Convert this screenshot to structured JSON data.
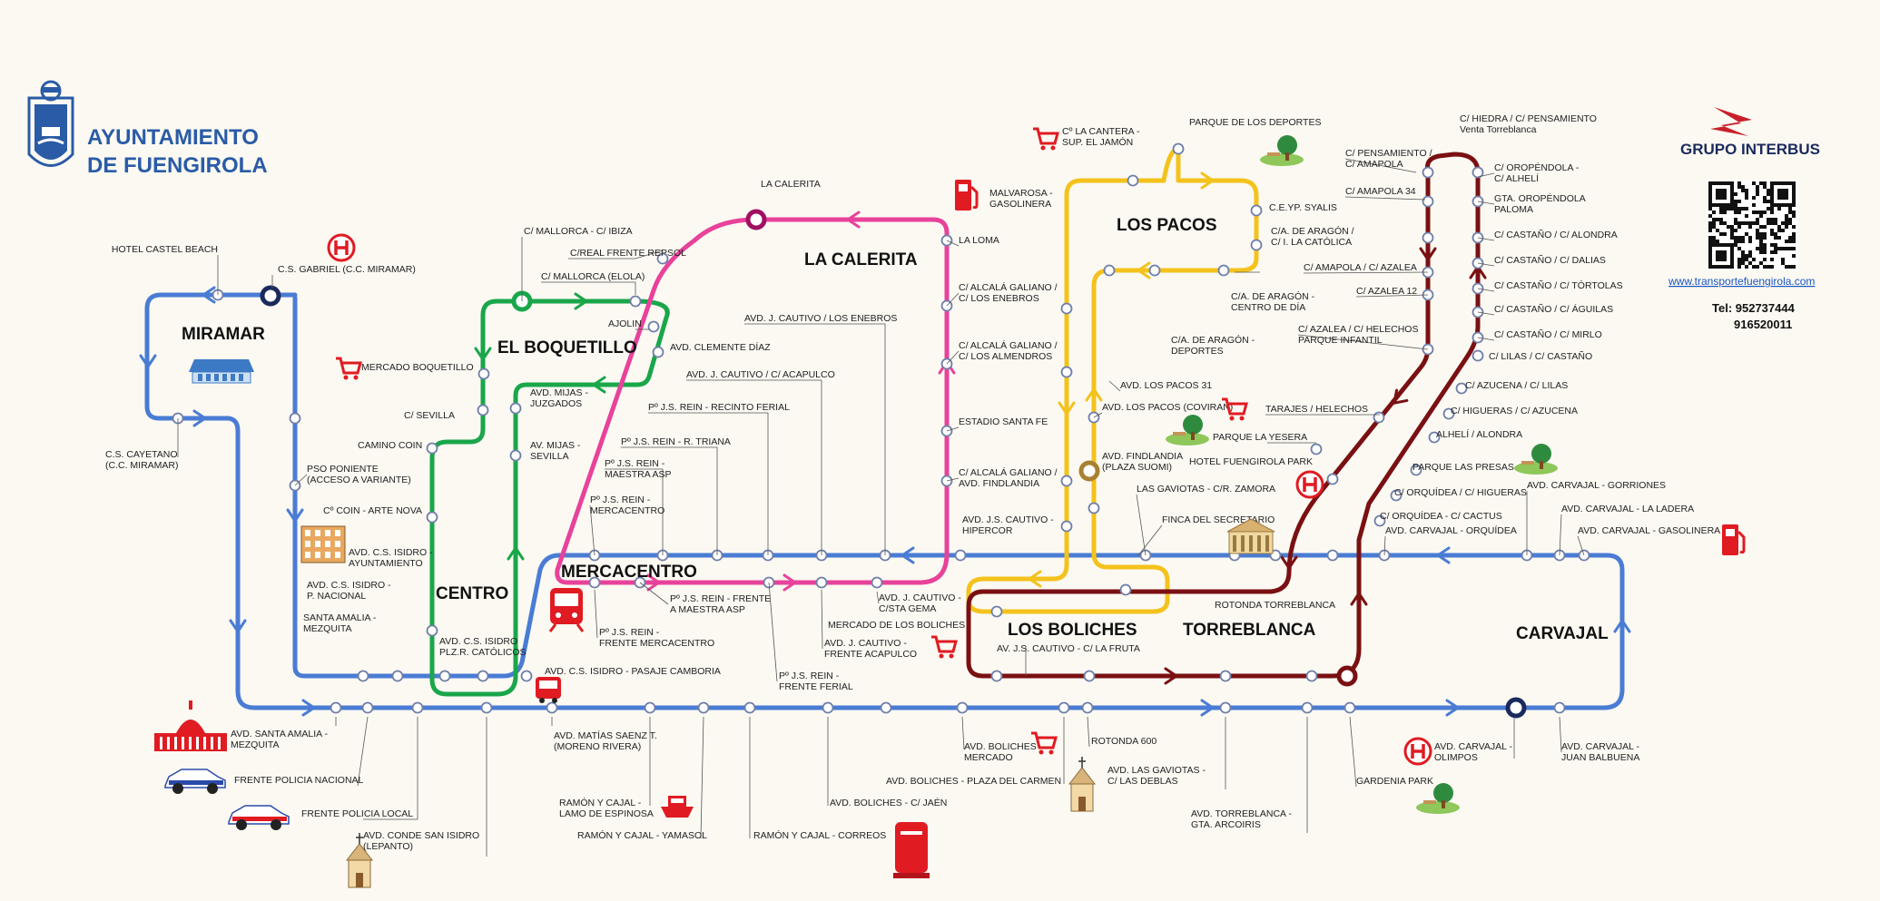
{
  "brand": {
    "org_line1": "AYUNTAMIENTO",
    "org_line2": "DE FUENGIROLA",
    "operator": "GRUPO INTERBUS",
    "website": "www.transportefuengirola.com",
    "tel_line1": "Tel: 952737444",
    "tel_line2": "916520011"
  },
  "colors": {
    "blue": "#4a7cd4",
    "green": "#1aa64a",
    "pink": "#e8429a",
    "yellow": "#f4c21c",
    "maroon": "#7a1012",
    "navy": "#1b2a5c"
  },
  "zones": [
    {
      "id": "miramar",
      "name": "MIRAMAR"
    },
    {
      "id": "el-boquetillo",
      "name": "EL BOQUETILLO"
    },
    {
      "id": "la-calerita",
      "name": "LA CALERITA"
    },
    {
      "id": "los-pacos",
      "name": "LOS PACOS"
    },
    {
      "id": "centro",
      "name": "CENTRO"
    },
    {
      "id": "mercacentro",
      "name": "MERCACENTRO"
    },
    {
      "id": "los-boliches",
      "name": "LOS BOLICHES"
    },
    {
      "id": "torreblanca",
      "name": "TORREBLANCA"
    },
    {
      "id": "carvajal",
      "name": "CARVAJAL"
    }
  ],
  "stops": [
    "HOTEL CASTEL BEACH",
    "C.S. GABRIEL (C.C. MIRAMAR)",
    "C.S. CAYETANO|(C.C. MIRAMAR)",
    "PSO PONIENTE|(ACCESO A VARIANTE)",
    "MERCADO BOQUETILLO",
    "C/ MALLORCA - C/ IBIZA",
    "C/REAL FRENTE REPSOL",
    "C/ MALLORCA (ELOLA)",
    "AJOLIN",
    "AVD. CLEMENTE DÍAZ",
    "C/ SEVILLA",
    "CAMINO COIN",
    "Cº COIN - ARTE NOVA",
    "AVD. MIJAS -|JUZGADOS",
    "AV. MIJAS -|SEVILLA",
    "AVD. C.S. ISIDRO -|AYUNTAMIENTO",
    "AVD. C.S. ISIDRO -|P. NACIONAL",
    "SANTA AMALIA -|MEZQUITA",
    "AVD. C.S. ISIDRO|PLZ.R. CATÓLICOS",
    "AVD. C.S. ISIDRO - PASAJE CAMBORIA",
    "LA CALERITA",
    "LA LOMA",
    "MALVAROSA -|GASOLINERA",
    "C/ ALCALÁ GALIANO /|C/ LOS ENEBROS",
    "C/ ALCALÁ GALIANO /|C/ LOS ALMENDROS",
    "ESTADIO SANTA FE",
    "C/ ALCALÁ GALIANO /|AVD. FINDLANDIA",
    "AVD. J.S. CAUTIVO -|HIPERCOR",
    "AVD. J. CAUTIVO / LOS ENEBROS",
    "AVD. J. CAUTIVO / C/ ACAPULCO",
    "Pº J.S. REIN - RECINTO FERIAL",
    "Pº J.S. REIN - R. TRIANA",
    "Pº J.S. REIN -|MAESTRA ASP",
    "Pº J.S. REIN -|MERCACENTRO",
    "Pº J.S. REIN - FRENTE|A MAESTRA ASP",
    "Pº J.S. REIN -|FRENTE MERCACENTRO",
    "Pº J.S. REIN -|FRENTE FERIAL",
    "AVD. J. CAUTIVO -|FRENTE ACAPULCO",
    "MERCADO DE LOS BOLICHES",
    "AVD. J. CAUTIVO -|C/STA GEMA",
    "AV. J.S. CAUTIVO - C/ LA FRUTA",
    "Cº LA CANTERA -|SUP. EL JAMÓN",
    "PARQUE DE LOS DEPORTES",
    "C.E.YP. SYALIS",
    "C/A. DE ARAGÓN /|C/ I. LA CATÓLICA",
    "C/A. DE ARAGÓN -|CENTRO DE DÍA",
    "C/A. DE ARAGÓN -|DEPORTES",
    "AVD. LOS PACOS 31",
    "AVD. LOS PACOS (COVIRAN)",
    "AVD. FINDLANDIA|(PLAZA SUOMI)",
    "LAS GAVIOTAS - C/R. ZAMORA",
    "FINCA DEL SECRETARIO",
    "PARQUE LA YESERA",
    "HOTEL FUENGIROLA PARK",
    "TARAJES / HELECHOS",
    "ROTONDA TORREBLANCA",
    "C/ HIEDRA / C/ PENSAMIENTO|Venta Torreblanca",
    "C/ PENSAMIENTO /|C/ AMAPOLA",
    "C/ AMAPOLA 34",
    "C/ AMAPOLA / C/ AZALEA",
    "C/ AZALEA 12",
    "C/ AZALEA / C/ HELECHOS|PARQUE INFANTIL",
    "C/ OROPÉNDOLA -|C/ ALHELÍ",
    "GTA. OROPÉNDOLA|PALOMA",
    "C/ CASTAÑO / C/ ALONDRA",
    "C/ CASTAÑO / C/ DALIAS",
    "C/ CASTAÑO / C/ TÓRTOLAS",
    "C/ CASTAÑO / C/ ÁGUILAS",
    "C/ CASTAÑO / C/ MIRLO",
    "C/ LILAS / C/ CASTAÑO",
    "C/ AZUCENA / C/ LILAS",
    "C/ HIGUERAS / C/ AZUCENA",
    "ALHELÍ / ALONDRA",
    "PARQUE LAS PRESAS",
    "C/ ORQUÍDEA / C/ HIGUERAS",
    "C/ ORQUÍDEA - C/ CACTUS",
    "AVD. CARVAJAL - ORQUÍDEA",
    "AVD. CARVAJAL - GORRIONES",
    "AVD. CARVAJAL - LA LADERA",
    "AVD. CARVAJAL - GASOLINERA",
    "AVD. SANTA AMALIA -|MEZQUITA",
    "FRENTE POLICIA NACIONAL",
    "FRENTE POLICIA LOCAL",
    "AVD. CONDE SAN ISIDRO|(LEPANTO)",
    "AVD. MATÍAS SAENZ T.|(MORENO RIVERA)",
    "RAMÓN Y CAJAL -|LAMO DE ESPINOSA",
    "RAMÓN Y CAJAL - YAMASOL",
    "RAMÓN Y CAJAL - CORREOS",
    "AVD. BOLICHES - C/ JAÉN",
    "AVD. BOLICHES|MERCADO",
    "AVD. BOLICHES - PLAZA DEL CARMEN",
    "ROTONDA 600",
    "AVD. LAS GAVIOTAS -|C/ LAS DEBLAS",
    "AVD. TORREBLANCA -|GTA. ARCOIRIS",
    "GARDENIA PARK",
    "AVD. CARVAJAL -|OLIMPOS",
    "AVD. CARVAJAL -|JUAN BALBUENA"
  ],
  "icons": {
    "hospital": "hospital-icon",
    "cart": "shopping-cart-icon",
    "fuel": "fuel-pump-icon",
    "park": "park-tree-icon",
    "bus": "bus-icon",
    "train": "train-icon",
    "boat": "boat-icon",
    "mailbox": "mailbox-icon",
    "church": "church-icon",
    "police": "police-car-icon",
    "townhall": "town-hall-icon",
    "station": "bus-station-icon",
    "qr": "qr-code-icon"
  }
}
